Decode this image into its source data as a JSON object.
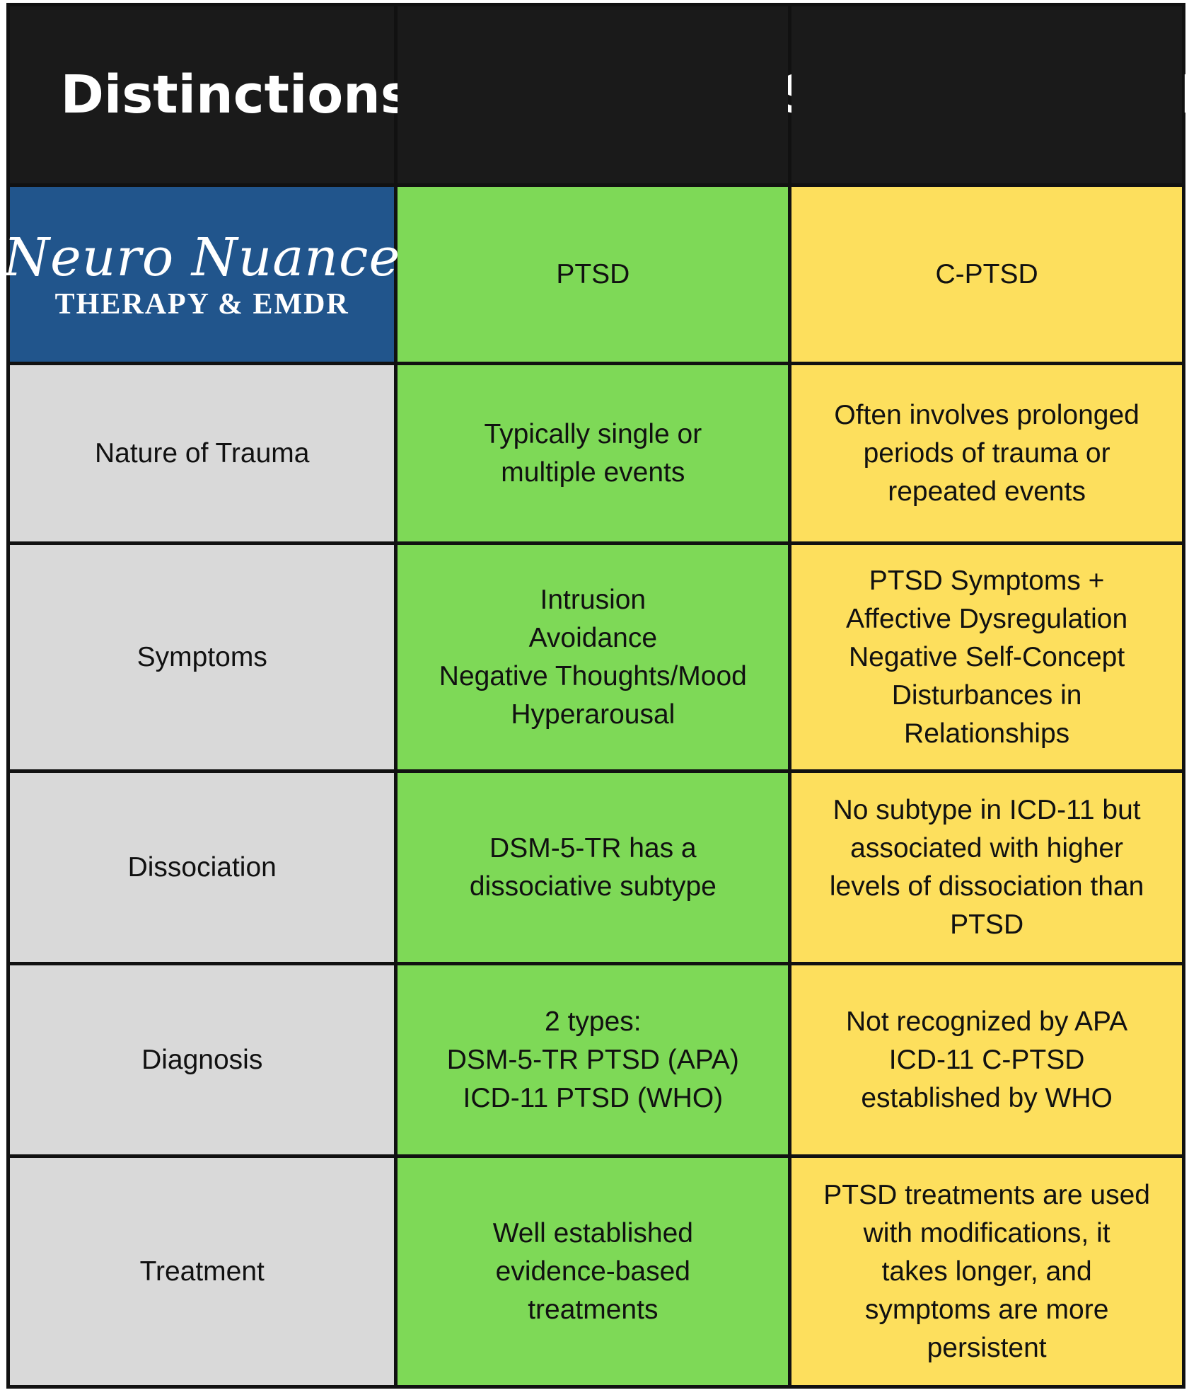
{
  "title": "Distinctions Between PTSD and C-PTSD",
  "logo": {
    "script_text": "Neuro Nuance",
    "subtitle": "THERAPY & EMDR"
  },
  "columns": {
    "ptsd": "PTSD",
    "cptsd": "C-PTSD"
  },
  "rows": [
    {
      "label": "Nature of Trauma",
      "ptsd": [
        "Typically single or",
        "multiple events"
      ],
      "cptsd": [
        "Often involves prolonged",
        "periods of trauma or",
        "repeated events"
      ]
    },
    {
      "label": "Symptoms",
      "ptsd": [
        "Intrusion",
        "Avoidance",
        "Negative Thoughts/Mood",
        "Hyperarousal"
      ],
      "cptsd": [
        "PTSD Symptoms +",
        "Affective Dysregulation",
        "Negative Self-Concept",
        "Disturbances in",
        "Relationships"
      ]
    },
    {
      "label": "Dissociation",
      "ptsd": [
        "DSM-5-TR has a",
        "dissociative subtype"
      ],
      "cptsd": [
        "No subtype in ICD-11 but",
        "associated with higher",
        "levels of dissociation than",
        "PTSD"
      ]
    },
    {
      "label": "Diagnosis",
      "ptsd": [
        "2 types:",
        "DSM-5-TR PTSD (APA)",
        "ICD-11 PTSD (WHO)"
      ],
      "cptsd": [
        "Not recognized by APA",
        "ICD-11 C-PTSD",
        "established by WHO"
      ]
    },
    {
      "label": "Treatment",
      "ptsd": [
        "Well established",
        "evidence-based",
        "treatments"
      ],
      "cptsd": [
        "PTSD treatments are used",
        "with modifications, it",
        "takes longer, and",
        "symptoms are more",
        "persistent"
      ]
    }
  ],
  "colors": {
    "title_bg": "#1a1a1a",
    "logo_bg": "#21558c",
    "ptsd_bg": "#7ed957",
    "cptsd_bg": "#fddf5d",
    "label_bg": "#d9d9d9",
    "border": "#111111"
  }
}
